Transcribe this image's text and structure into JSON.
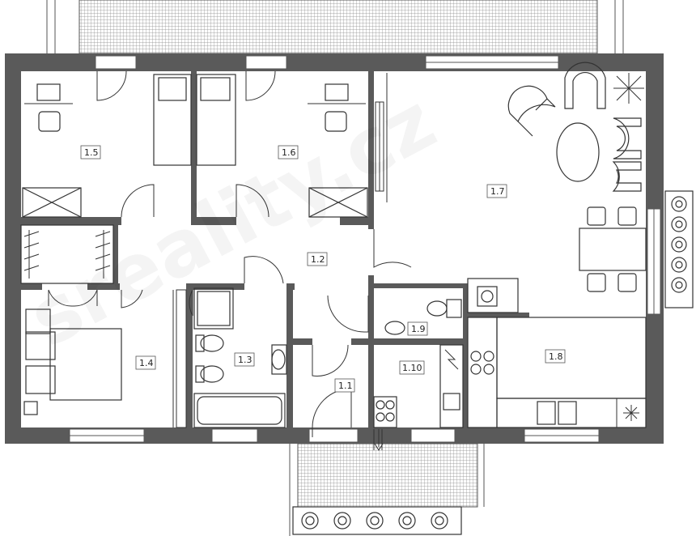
{
  "rooms": {
    "r15": "1.5",
    "r16": "1.6",
    "r17": "1.7",
    "r12": "1.2",
    "r14": "1.4",
    "r13": "1.3",
    "r19": "1.9",
    "r18": "1.8",
    "r110": "1.10",
    "r11": "1.1"
  },
  "watermark": "sreality.cz",
  "colors": {
    "wall": "#5a5a5a",
    "hatch": "#999999",
    "line": "#333333"
  }
}
